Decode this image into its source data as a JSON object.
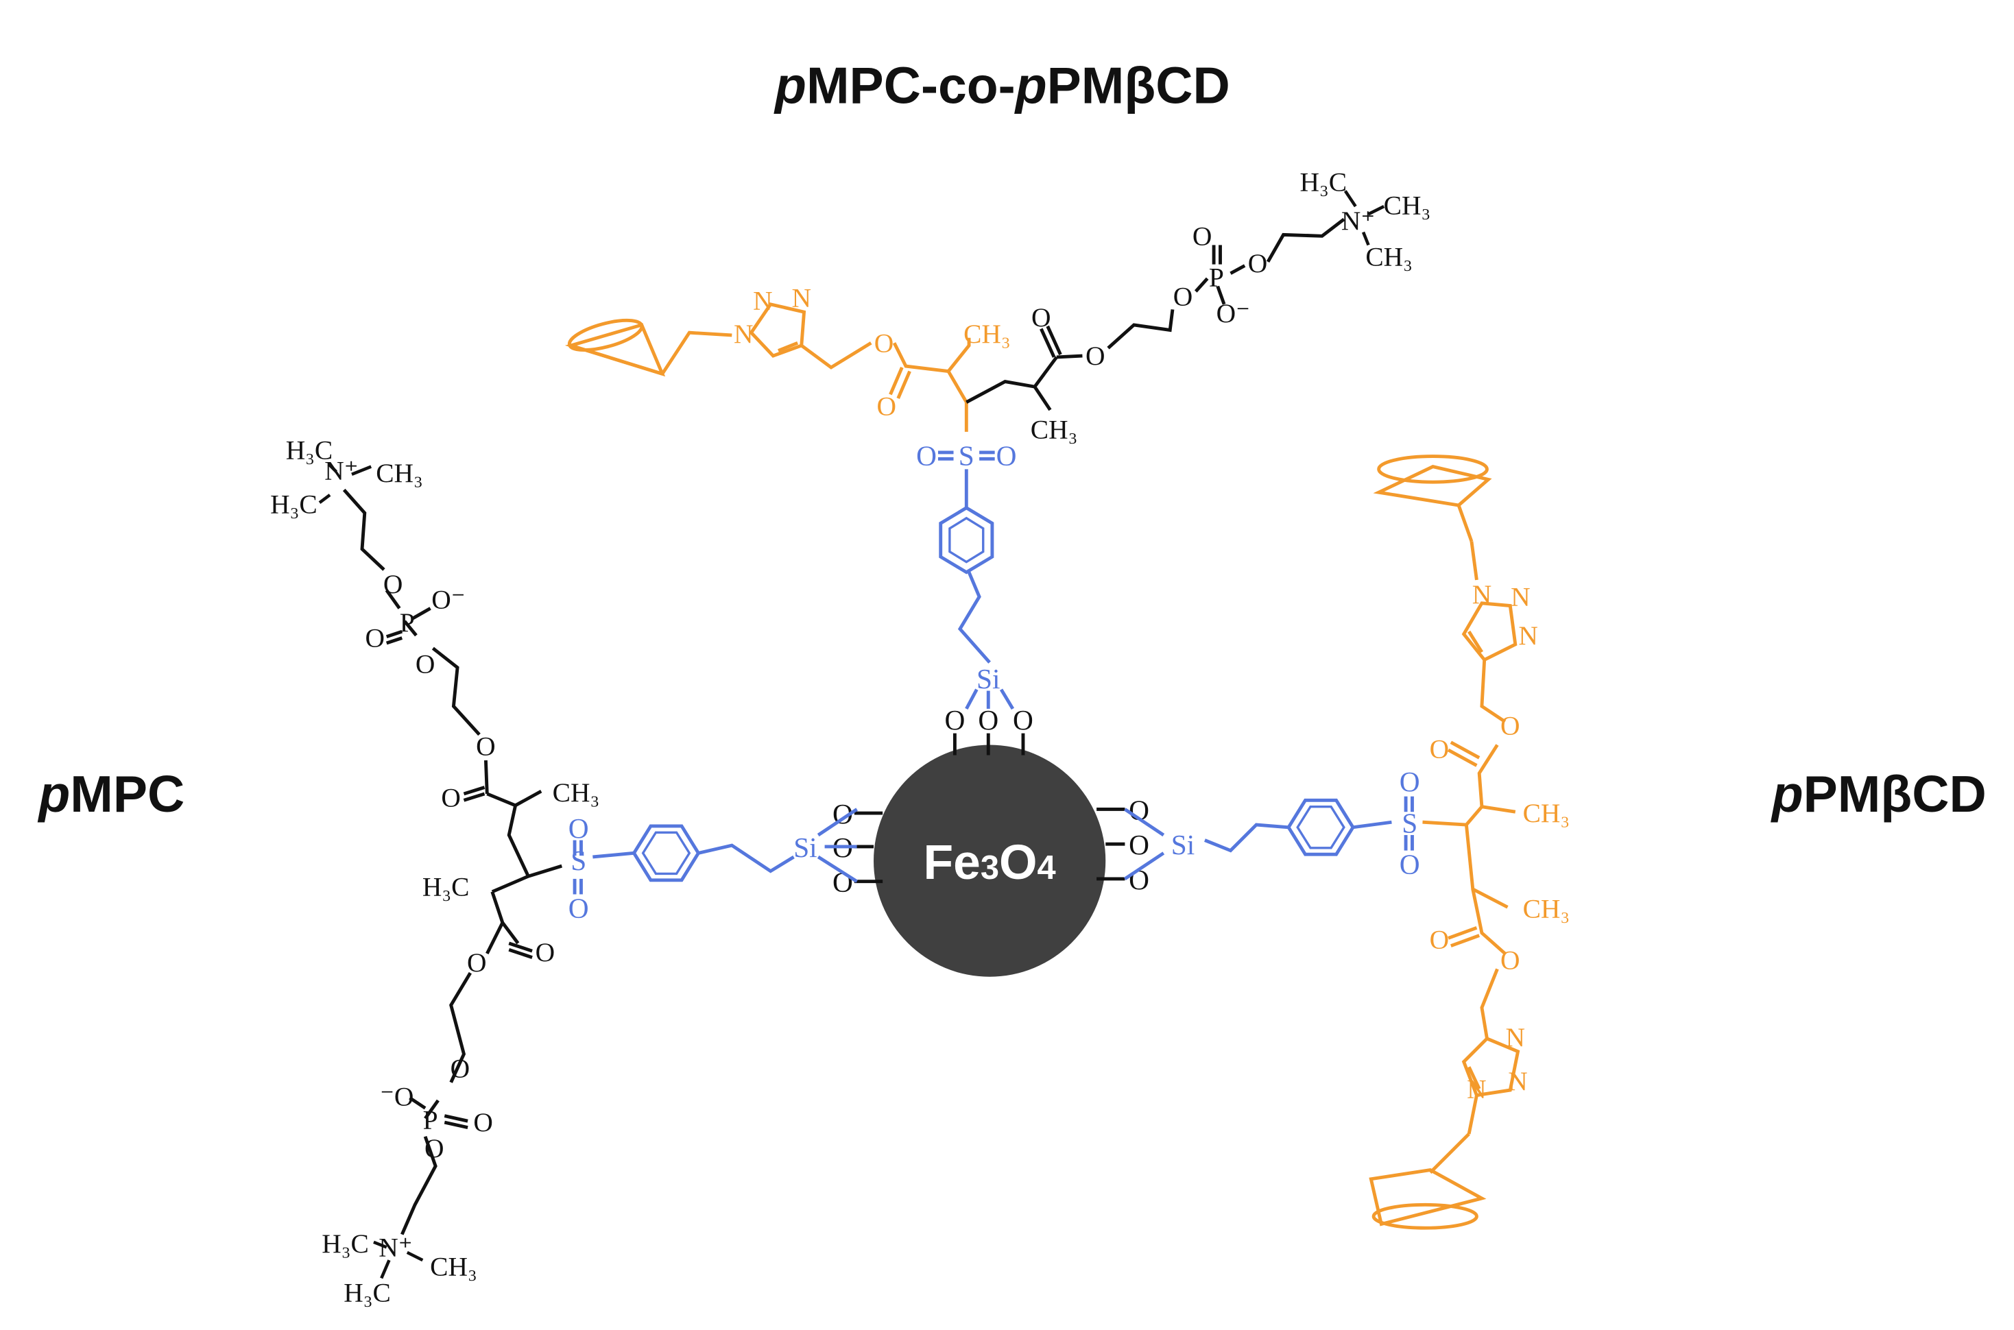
{
  "labels": {
    "top": {
      "italic": "p",
      "a": "MPC-co-",
      "italic2": "p",
      "b": "PMβCD"
    },
    "left": {
      "italic": "p",
      "rest": "MPC"
    },
    "right": {
      "italic": "p",
      "rest": "PMβCD"
    }
  },
  "core": {
    "formula": "Fe3O4",
    "color": "#404040"
  },
  "colors": {
    "black": "#111111",
    "blue": "#5577dd",
    "orange": "#f39a2c"
  },
  "atoms": {
    "O": "O",
    "S": "S",
    "Si": "Si",
    "P": "P",
    "N": "N",
    "N_plus": "N⁺",
    "O_minus_r": "O⁻",
    "O_minus_l": "⁻O",
    "CH3": "CH₃",
    "H3C": "H₃C",
    "H3C_2": "H₃C"
  }
}
